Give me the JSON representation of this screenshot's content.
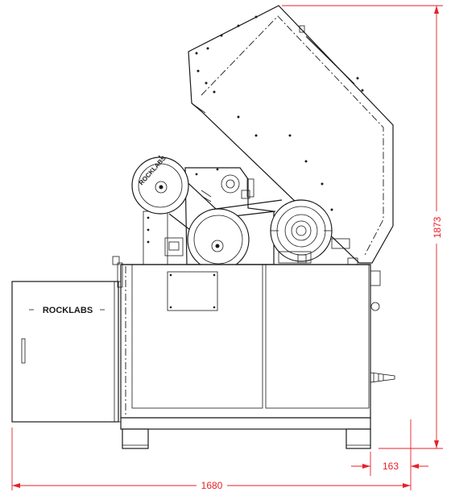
{
  "drawing": {
    "brand_door": "ROCKLABS",
    "brand_pulley": "ROCKLABS"
  },
  "dimensions": {
    "overall_width": "1680",
    "overall_height": "1873",
    "foot_offset": "163"
  },
  "colors": {
    "line": "#1a1a1a",
    "dimension": "#e8212a",
    "background": "#ffffff"
  }
}
